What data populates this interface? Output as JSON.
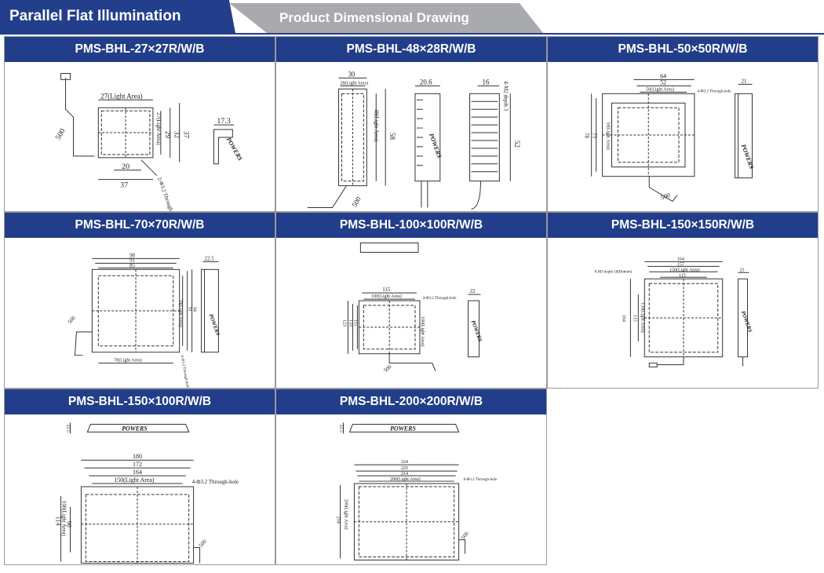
{
  "header": {
    "tab_primary": "Parallel Flat Illumination",
    "tab_secondary": "Product Dimensional Drawing"
  },
  "brand": "POWERS",
  "products": [
    {
      "model": "PMS-BHL-27×27R/W/B",
      "dims": {
        "light_width": "27(Light Area)",
        "side_depth": "17.3",
        "bottom_a": "20",
        "bottom_b": "37",
        "right_a": "29",
        "right_b": "32",
        "right_c": "37",
        "vert_light": "27(Light Area)",
        "cable": "500",
        "hole": "2-Φ3.2 Through-hole"
      }
    },
    {
      "model": "PMS-BHL-48×28R/W/B",
      "dims": {
        "top": "30",
        "light_top": "28(Light Area)",
        "vert": "58",
        "vert_light": "48(Light Area)",
        "side_depth": "20.6",
        "right_depth": "16",
        "hole": "4-M2 depth 3",
        "right_vert": "52",
        "cable": "500"
      }
    },
    {
      "model": "PMS-BHL-50×50R/W/B",
      "dims": {
        "top": "64",
        "inner": "52",
        "light": "50(Light Area)",
        "side": "21",
        "left_a": "78",
        "left_b": "73",
        "vert_light": "50(Light Area)",
        "hole": "4-Φ3.2 Through-hole",
        "cable": "500"
      }
    },
    {
      "model": "PMS-BHL-70×70R/W/B",
      "dims": {
        "top_a": "98",
        "top_b": "91",
        "top_c": "85",
        "side": "22.5",
        "bottom_light": "70(Light Area)",
        "right_light": "70(Light Area)",
        "right_a": "91",
        "right_b": "94",
        "cable": "500",
        "hole": "4-Φ3.2 Through-hole"
      }
    },
    {
      "model": "PMS-BHL-100×100R/W/B",
      "dims": {
        "top": "115",
        "light": "100(Light Area)",
        "hole": "4-Φ3.2 Through-hole",
        "side": "22",
        "left_a": "123",
        "left_b": "133",
        "left_c": "115",
        "vert_light": "100(Light Area)",
        "cable": "500"
      }
    },
    {
      "model": "PMS-BHL-150×150R/W/B",
      "dims": {
        "top_a": "164",
        "top_b": "157",
        "light": "150(Light Area)",
        "inner": "115",
        "side": "23",
        "hole": "8-M3 depth 10(Bottom)",
        "left_a": "164",
        "left_b": "115",
        "vert_light": "150(Light Area)"
      }
    },
    {
      "model": "PMS-BHL-150×100R/W/B",
      "dims": {
        "side_h": "22.5",
        "top_a": "180",
        "top_b": "172",
        "top_c": "164",
        "light": "150(Light Area)",
        "hole": "4-Φ3.2 Through-hole",
        "left_a": "114",
        "left_b": "90",
        "vert_light": "100(Light Area)",
        "cable": "500"
      }
    },
    {
      "model": "PMS-BHL-200×200R/W/B",
      "dims": {
        "side_h": "22.5",
        "top_a": "224",
        "top_b": "225",
        "top_c": "214",
        "light": "200(Light Area)",
        "hole": "6-Φ3.2 Through-hole",
        "left_a": "214",
        "vert_light": "200(Light Area)",
        "cable": "500"
      }
    }
  ]
}
